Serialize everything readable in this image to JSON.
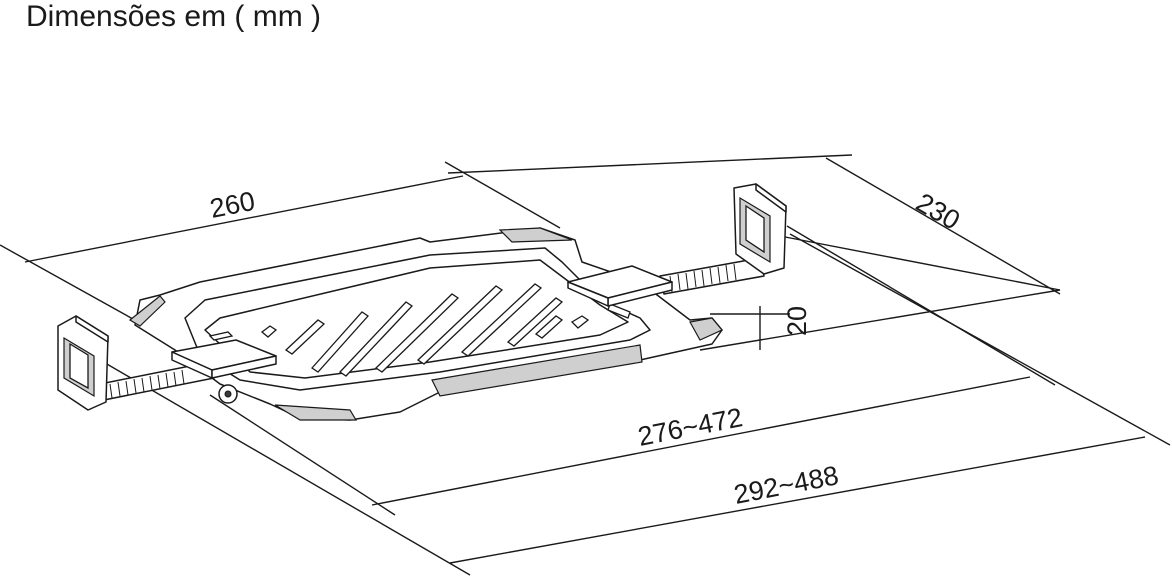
{
  "title": "Dimensões em ( mm )",
  "dimensions": {
    "width": "260",
    "depth": "230",
    "height": "20",
    "inner_range": "276~472",
    "outer_range": "292~488"
  }
}
